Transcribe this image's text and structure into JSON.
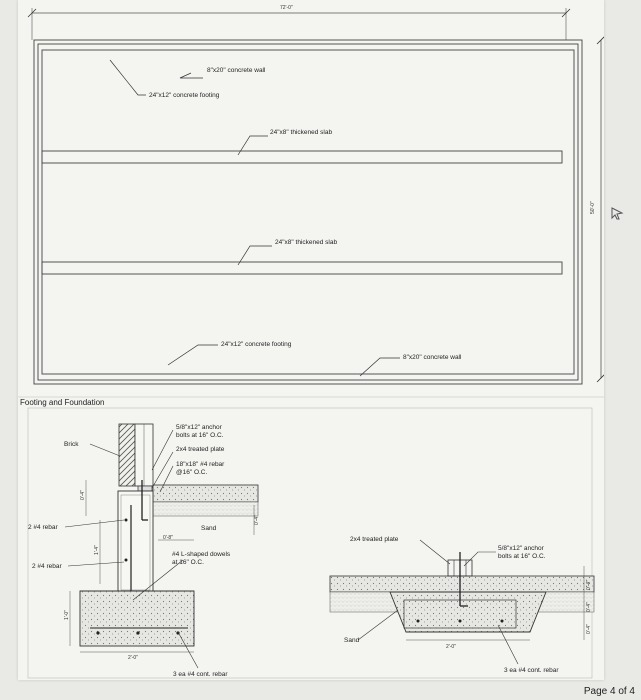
{
  "plan": {
    "overall_dim": "72'-0\"",
    "side_dim": "50'-0\"",
    "labels": {
      "wall_top": "8\"x20\" concrete wall",
      "footing_top": "24\"x12\" concrete footing",
      "slab_1": "24\"x8\" thickened slab",
      "slab_2": "24\"x8\" thickened slab",
      "footing_bottom": "24\"x12\" concrete footing",
      "wall_bottom": "8\"x20\" concrete wall"
    }
  },
  "section_title": "Footing and Foundation",
  "detail_left": {
    "brick": "Brick",
    "anchor_1": "5/8\"x12\" anchor",
    "anchor_2": "bolts at 16\" O.C.",
    "plate": "2x4 treated plate",
    "rebar_1": "18\"x18\" #4 rebar",
    "rebar_2": "@16\" O.C.",
    "sand": "Sand",
    "rebar_a": "2 #4 rebar",
    "rebar_b": "2 #4 rebar",
    "dowels_1": "#4 L-shaped dowels",
    "dowels_2": "at 16\" O.C.",
    "cont_rebar": "3 ea #4 cont. rebar",
    "dims": {
      "d1": "0'-4\"",
      "d2": "0'-8\"",
      "d3": "1'-4\"",
      "d4": "0'-4\"",
      "d5": "1'-0\"",
      "d6": "2'-0\""
    }
  },
  "detail_right": {
    "plate": "2x4 treated plate",
    "anchor_1": "5/8\"x12\" anchor",
    "anchor_2": "bolts at 16\" O.C.",
    "sand": "Sand",
    "cont_rebar": "3 ea #4 cont. rebar",
    "dims": {
      "d1": "0'-4\"",
      "d2": "0'-4\"",
      "d3": "0'-4\"",
      "d4": "2'-0\""
    }
  },
  "footer": {
    "page": "Page 4 of 4"
  },
  "colors": {
    "line": "#3a3a3a",
    "paper": "#f4f4f1",
    "hatch": "#9a9a9a"
  }
}
